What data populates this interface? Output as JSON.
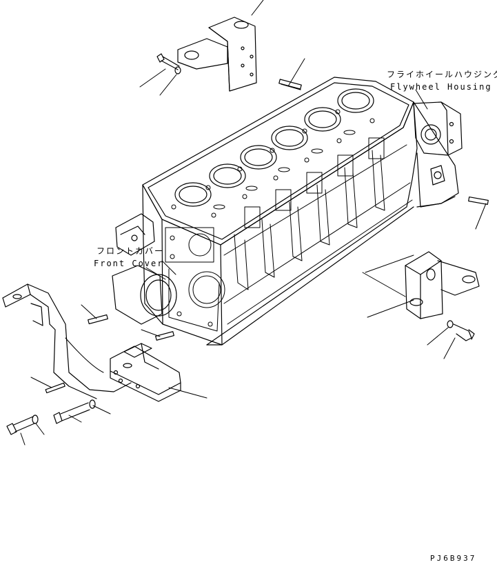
{
  "labels": {
    "flywheel_housing_jp": "フライホイールハウジング",
    "flywheel_housing_en": "Flywheel Housing",
    "front_cover_jp": "フロントカバー",
    "front_cover_en": "Front Cover",
    "drawing_code": "PJ6B937"
  },
  "colors": {
    "line": "#000000",
    "background": "#ffffff"
  }
}
